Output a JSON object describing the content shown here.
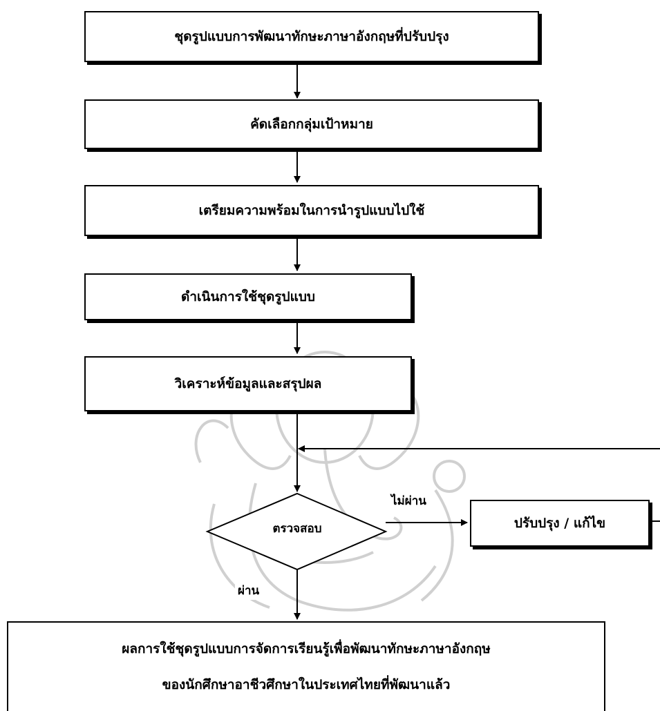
{
  "flowchart": {
    "steps": [
      "ชุดรูปแบบการพัฒนาทักษะภาษาอังกฤษที่ปรับปรุง",
      "คัดเลือกกลุ่มเป้าหมาย",
      "เตรียมความพร้อมในการนำรูปแบบไปใช้",
      "ดำเนินการใช้ชุดรูปแบบ",
      "วิเคราะห์ข้อมูลและสรุปผล"
    ],
    "decision": "ตรวจสอบ",
    "fail_label": "ไม่ผ่าน",
    "pass_label": "ผ่าน",
    "revise": "ปรับปรุง / แก้ไข",
    "result_line1": "ผลการใช้ชุดรูปแบบการจัดการเรียนรู้เพื่อพัฒนาทักษะภาษาอังกฤษ",
    "result_line2": "ของนักศึกษาอาชีวศึกษาในประเทศไทยที่พัฒนาแล้ว"
  },
  "colors": {
    "line": "#000000",
    "watermark": "#d8d8d8"
  }
}
